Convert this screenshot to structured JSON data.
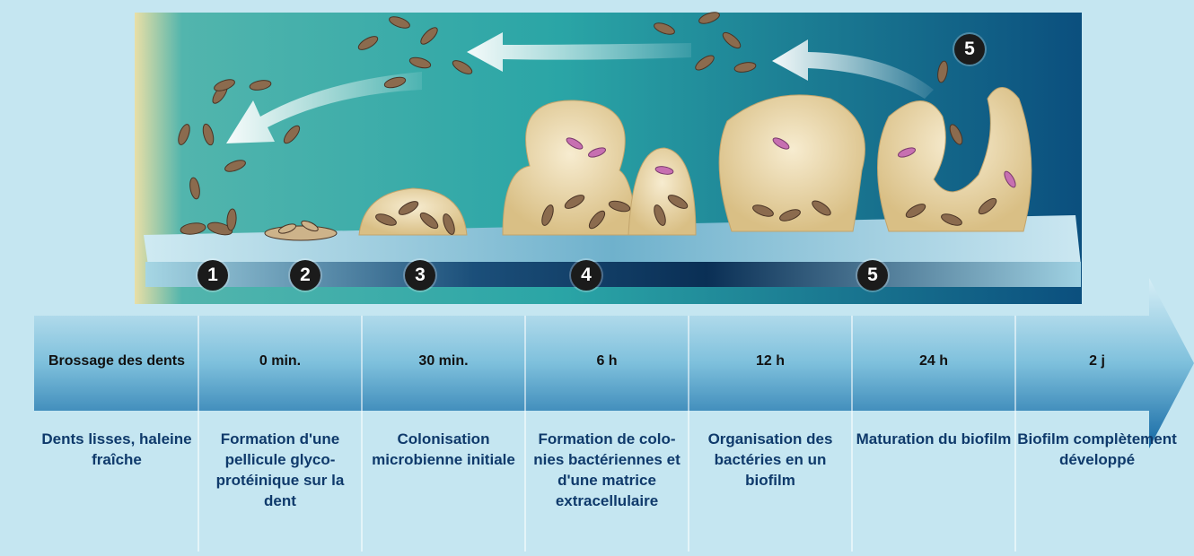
{
  "markers": [
    {
      "label": "1"
    },
    {
      "label": "2"
    },
    {
      "label": "3"
    },
    {
      "label": "4"
    },
    {
      "label": "5"
    },
    {
      "label": "5"
    }
  ],
  "timeline": {
    "times": [
      "Brossage des dents",
      "0 min.",
      "30 min.",
      "6 h",
      "12 h",
      "24 h",
      "2 j"
    ],
    "descriptions": [
      "Dents lisses, haleine fraîche",
      "Formation d'une pellicule glyco-protéinique sur la dent",
      "Colonisation microbienne initiale",
      "Formation de colo-nies bactériennes et d'une matrice extracellulaire",
      "Organisation des bactéries en un biofilm",
      "Maturation du biofilm",
      "Biofilm complètement développé"
    ]
  },
  "colors": {
    "background": "#c5e6f1",
    "scene_dark": "#0b4f7e",
    "scene_light": "#2aa5a6",
    "biofilm": "#e9d7a8",
    "bacteria": "#8b6b4e",
    "arrow_band": "#1d7fb0",
    "description_text": "#0f3a6b"
  }
}
